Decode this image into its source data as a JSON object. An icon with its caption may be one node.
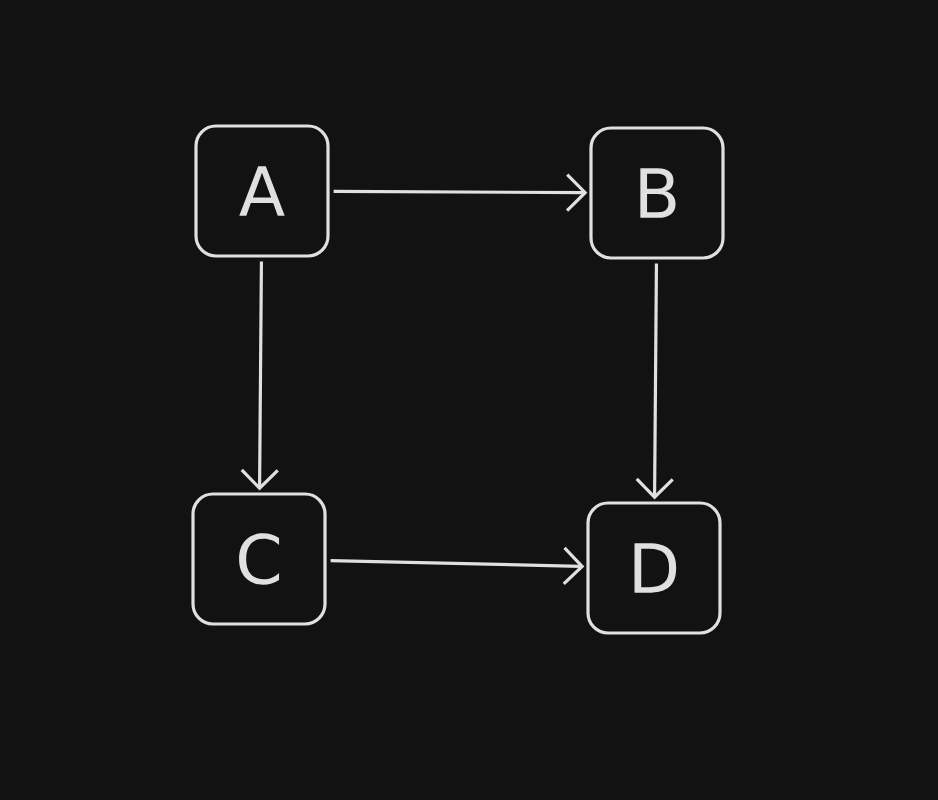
{
  "diagram": {
    "nodes": [
      {
        "text": [
          "A"
        ]
      },
      {
        "text": [
          "B"
        ]
      },
      {
        "text": [
          "C"
        ]
      },
      {
        "text": [
          "D"
        ]
      }
    ],
    "edges": [
      {
        "from": 0,
        "to": 1,
        "arrow": "to"
      },
      {
        "from": 0,
        "to": 2,
        "arrow": "to"
      },
      {
        "from": 1,
        "to": 3,
        "arrow": "to"
      },
      {
        "from": 2,
        "to": 3,
        "arrow": "to"
      }
    ]
  }
}
